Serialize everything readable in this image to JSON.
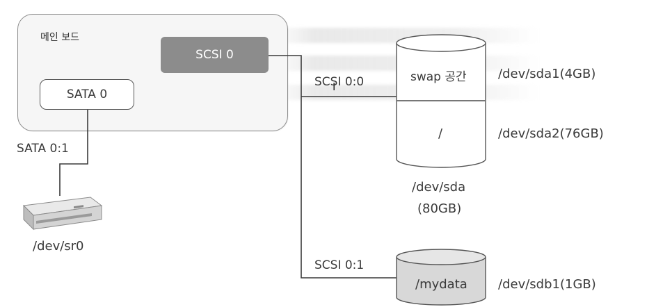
{
  "mainboard": {
    "label": "메인 보드"
  },
  "controllers": {
    "scsi": "SCSI 0",
    "sata": "SATA 0"
  },
  "ports": {
    "sata_port": "SATA 0:1",
    "scsi_port0": "SCSI 0:0",
    "scsi_port1": "SCSI 0:1"
  },
  "optical": {
    "label": "/dev/sr0"
  },
  "disk_sda": {
    "device": "/dev/sda",
    "size": "(80GB)",
    "partitions": [
      {
        "mount": "swap 공간",
        "name": "/dev/sda1(4GB)"
      },
      {
        "mount": "/",
        "name": "/dev/sda2(76GB)"
      }
    ]
  },
  "disk_sdb": {
    "mount": "/mydata",
    "name": "/dev/sdb1(1GB)"
  },
  "colors": {
    "controller_fill": "#8c8c8c",
    "line": "#3a3a3a",
    "disk_sdb_fill": "#d8d8d8"
  }
}
